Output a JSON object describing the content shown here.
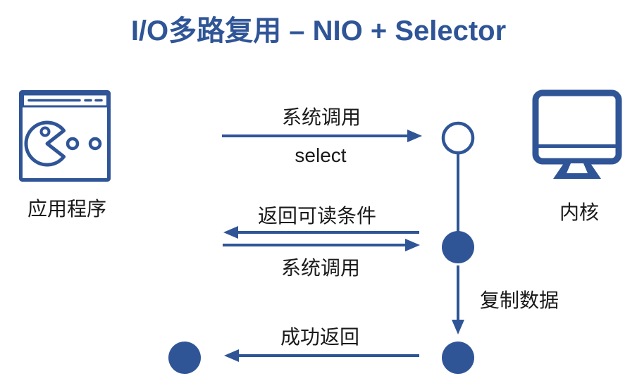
{
  "title": "I/O多路复用 – NIO + Selector",
  "colors": {
    "accent": "#2F5597",
    "label_text": "#1A1A1A",
    "background": "#FFFFFF"
  },
  "nodes": {
    "application": {
      "label": "应用程序",
      "icon": "app-window-pacman-icon"
    },
    "kernel": {
      "label": "内核",
      "icon": "monitor-icon"
    }
  },
  "labels": {
    "syscall_top": "系统调用",
    "select": "select",
    "return_readable": "返回可读条件",
    "syscall_bottom": "系统调用",
    "copy_data": "复制数据",
    "success_return": "成功返回"
  }
}
